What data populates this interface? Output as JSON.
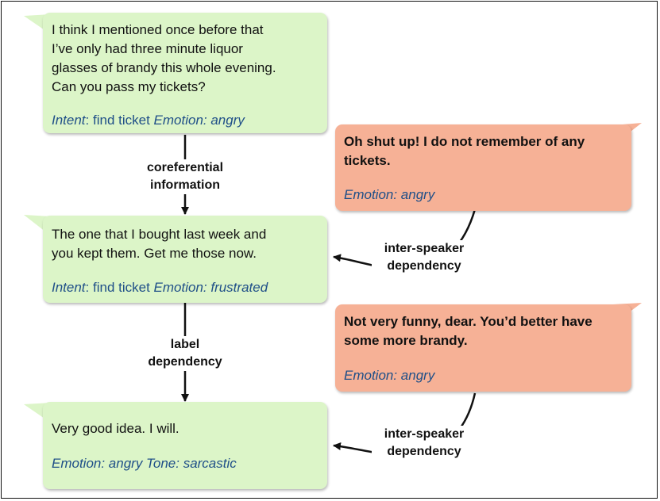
{
  "utterances": [
    {
      "id": "u1",
      "text": "I think I mentioned once before that\nI’ve only had three minute liquor\nglasses of brandy this whole evening.\nCan you pass my tickets?",
      "intent_key": "Intent",
      "intent_value": ": find ticket ",
      "emotion_text": "Emotion: angry"
    },
    {
      "id": "u2",
      "text": "Oh shut up! I do not remember of any\ntickets.",
      "emotion_text": "Emotion: angry"
    },
    {
      "id": "u3",
      "text": "The one that I bought last week and\nyou kept them. Get me those now.",
      "intent_key": "Intent",
      "intent_value": ": find ticket ",
      "emotion_text": "Emotion: frustrated"
    },
    {
      "id": "u4",
      "text": "Not very funny, dear. You’d better have\nsome more brandy.",
      "emotion_text": "Emotion: angry"
    },
    {
      "id": "u5",
      "text": "Very good idea. I will.",
      "emotion_text": "Emotion: angry Tone: sarcastic"
    }
  ],
  "links": [
    {
      "label": "coreferential\ninformation"
    },
    {
      "label": "inter-speaker\ndependency"
    },
    {
      "label": "label\ndependency"
    },
    {
      "label": "inter-speaker\ndependency"
    }
  ],
  "colors": {
    "speaker_a_bubble": "#dcf5c8",
    "speaker_b_bubble": "#f6b196",
    "annotation_text": "#1f4f88"
  }
}
